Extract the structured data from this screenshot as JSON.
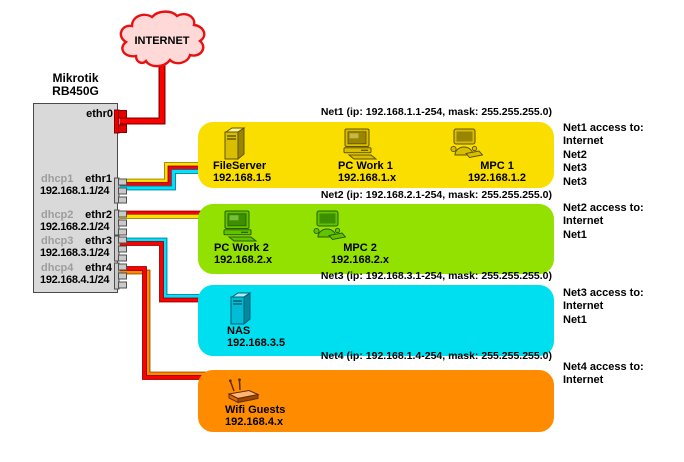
{
  "cloud": {
    "label": "INTERNET"
  },
  "router": {
    "title_line1": "Mikrotik",
    "title_line2": "RB450G",
    "wan_port_label": "ethr0",
    "ports": [
      {
        "dhcp": "dhcp1",
        "eth": "ethr1",
        "ip": "192.168.1.1/24"
      },
      {
        "dhcp": "dhcp2",
        "eth": "ethr2",
        "ip": "192.168.2.1/24"
      },
      {
        "dhcp": "dhcp3",
        "eth": "ethr3",
        "ip": "192.168.3.1/24"
      },
      {
        "dhcp": "dhcp4",
        "eth": "ethr4",
        "ip": "192.168.4.1/24"
      }
    ]
  },
  "networks": [
    {
      "id": "net1",
      "band_label": "Net1 (ip: 192.168.1.1-254, mask: 255.255.255.0)",
      "devices": [
        {
          "icon": "tower-server",
          "name": "FileServer",
          "ip": "192.168.1.5"
        },
        {
          "icon": "desktop-pc",
          "name": "PC Work 1",
          "ip": "192.168.1.x"
        },
        {
          "icon": "mpc",
          "name": "MPC 1",
          "ip": "192.168.1.2"
        }
      ],
      "access": {
        "title": "Net1 access to:",
        "items": [
          "Internet",
          "Net2",
          "Net3",
          "Net3"
        ]
      }
    },
    {
      "id": "net2",
      "band_label": "Net2 (ip: 192.168.2.1-254, mask: 255.255.255.0)",
      "devices": [
        {
          "icon": "desktop-pc",
          "name": "PC Work 2",
          "ip": "192.168.2.x"
        },
        {
          "icon": "mpc",
          "name": "MPC 2",
          "ip": "192.168.2.x"
        }
      ],
      "access": {
        "title": "Net2 access to:",
        "items": [
          "Internet",
          "Net1"
        ]
      }
    },
    {
      "id": "net3",
      "band_label": "Net3 (ip: 192.168.3.1-254, mask: 255.255.255.0)",
      "devices": [
        {
          "icon": "tower-server",
          "name": "NAS",
          "ip": "192.168.3.5"
        }
      ],
      "access": {
        "title": "Net3 access to:",
        "items": [
          "Internet",
          "Net1"
        ]
      }
    },
    {
      "id": "net4",
      "band_label": "Net4 (ip: 192.168.1.4-254, mask: 255.255.255.0)",
      "devices": [
        {
          "icon": "wifi-router",
          "name": "Wifi Guests",
          "ip": "192.168.4.x"
        }
      ],
      "access": {
        "title": "Net4 access to:",
        "items": [
          "Internet"
        ]
      }
    }
  ],
  "colors": {
    "net1_box": "#f9de00",
    "net2_box": "#93e100",
    "net3_box": "#00dff0",
    "net4_box": "#ff8c00",
    "wire_red": "#ff0000",
    "wire_yellow": "#ffdf00",
    "wire_cyan": "#00e2ff",
    "wire_orange": "#ff8a00",
    "router_body": "#d9d9d9",
    "wan_port": "#e60000",
    "cloud_fill": "#ffd8d8",
    "cloud_border": "#e81010"
  }
}
